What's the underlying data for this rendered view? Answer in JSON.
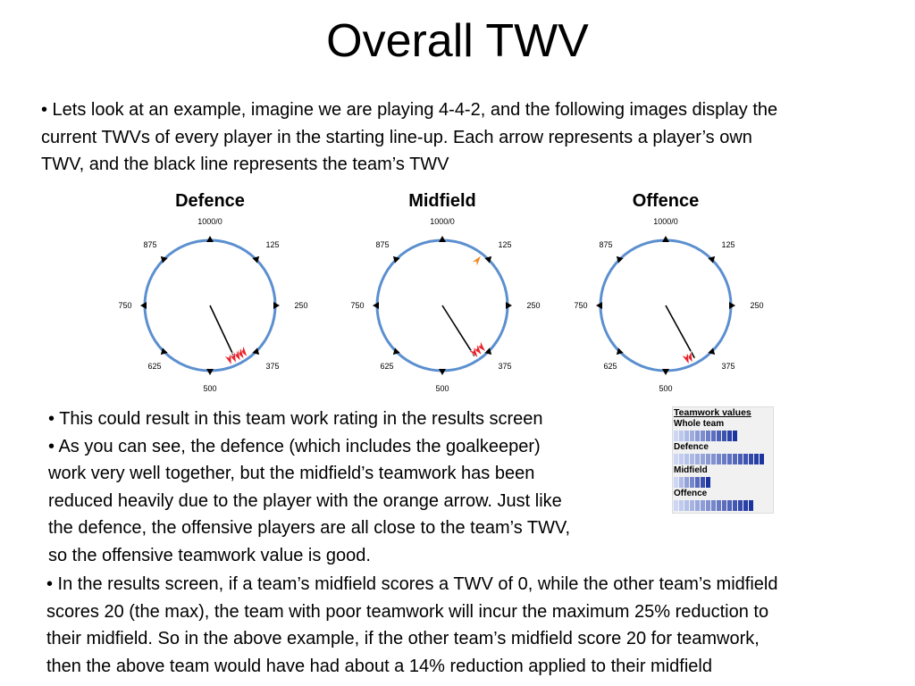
{
  "slide": {
    "title": "Overall TWV",
    "paragraph1": [
      "• Lets look at an example, imagine we are playing 4-4-2, and the following images display the",
      "current TWVs of every player in the starting line-up.  Each arrow represents a player’s own",
      "TWV, and the black line represents the team’s TWV"
    ],
    "paragraph2": [
      "• This could result in this team work rating in the results screen",
      "• As you can see, the defence (which includes the goalkeeper)",
      "work very well together, but the midfield’s teamwork has been",
      "reduced heavily due to the player with the orange arrow.  Just like",
      "the defence, the offensive players are all close to the team’s TWV,",
      "so the offensive teamwork value is good."
    ],
    "paragraph3": [
      "• In the results screen, if a team’s midfield  scores a TWV of 0, while the other team’s midfield",
      "scores 20 (the max), the team with poor teamwork will incur the maximum 25% reduction to",
      " their midfield.  So in the above example, if the other team’s midfield score 20 for teamwork,",
      "then the above team would have had about a 14% reduction applied to their midfield"
    ]
  },
  "dial_labels": {
    "top": "1000/0",
    "top_right": "125",
    "right": "250",
    "bottom_right": "375",
    "bottom": "500",
    "bottom_left": "625",
    "left": "750",
    "top_left": "875"
  },
  "colors": {
    "ring": "#5b8fcf",
    "team_line": "#000000",
    "player_arrow_red": "#e8232a",
    "player_arrow_orange": "#f08a24"
  },
  "dials": [
    {
      "title": "Defence",
      "team_twv": 430,
      "players": [
        {
          "twv": 400,
          "color": "red"
        },
        {
          "twv": 410,
          "color": "red"
        },
        {
          "twv": 420,
          "color": "red"
        },
        {
          "twv": 432,
          "color": "red"
        },
        {
          "twv": 445,
          "color": "red"
        }
      ]
    },
    {
      "title": "Midfield",
      "team_twv": 410,
      "players": [
        {
          "twv": 380,
          "color": "red"
        },
        {
          "twv": 393,
          "color": "red"
        },
        {
          "twv": 405,
          "color": "red"
        },
        {
          "twv": 105,
          "color": "orange"
        }
      ]
    },
    {
      "title": "Offence",
      "team_twv": 420,
      "players": [
        {
          "twv": 430,
          "color": "red"
        },
        {
          "twv": 440,
          "color": "red"
        }
      ]
    }
  ],
  "teamwork_panel": {
    "heading": "Teamwork values",
    "rows": [
      {
        "label": "Whole team",
        "value": 12,
        "max": 20
      },
      {
        "label": "Defence",
        "value": 17,
        "max": 20
      },
      {
        "label": "Midfield",
        "value": 7,
        "max": 20
      },
      {
        "label": "Offence",
        "value": 15,
        "max": 20
      }
    ]
  }
}
